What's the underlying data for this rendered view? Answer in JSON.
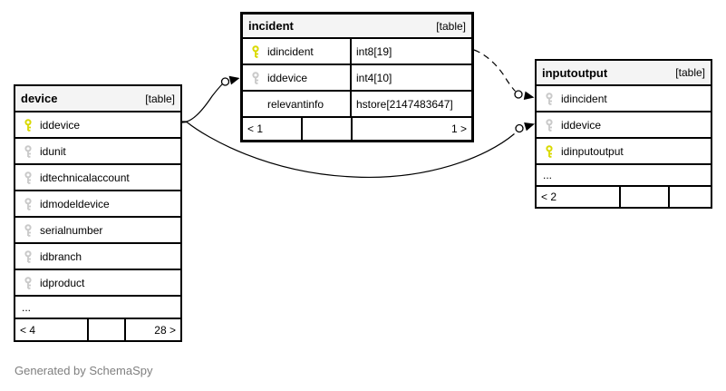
{
  "page": {
    "footer_note": "Generated by SchemaSpy"
  },
  "colors": {
    "pk_key": "#d9d900",
    "fk_key": "#c9c9c9",
    "header_bg": "#f4f4f4",
    "border": "#000000",
    "note_text": "#7f7f7f"
  },
  "tables": {
    "device": {
      "name": "device",
      "badge": "[table]",
      "columns": [
        {
          "name": "iddevice",
          "key": "pk"
        },
        {
          "name": "idunit",
          "key": "fk"
        },
        {
          "name": "idtechnicalaccount",
          "key": "fk"
        },
        {
          "name": "idmodeldevice",
          "key": "fk"
        },
        {
          "name": "serialnumber",
          "key": "fk"
        },
        {
          "name": "idbranch",
          "key": "fk"
        },
        {
          "name": "idproduct",
          "key": "fk"
        }
      ],
      "ellipsis": "...",
      "footer": {
        "left": "< 4",
        "middle": "",
        "right": "28 >"
      }
    },
    "incident": {
      "name": "incident",
      "badge": "[table]",
      "columns": [
        {
          "name": "idincident",
          "type": "int8[19]",
          "key": "pk"
        },
        {
          "name": "iddevice",
          "type": "int4[10]",
          "key": "fk"
        },
        {
          "name": "relevantinfo",
          "type": "hstore[2147483647]",
          "key": "none"
        }
      ],
      "footer": {
        "left": "< 1",
        "middle": "",
        "right": "1 >"
      }
    },
    "inputoutput": {
      "name": "inputoutput",
      "badge": "[table]",
      "columns": [
        {
          "name": "idincident",
          "key": "fk"
        },
        {
          "name": "iddevice",
          "key": "fk"
        },
        {
          "name": "idinputoutput",
          "key": "pk"
        }
      ],
      "ellipsis": "...",
      "footer": {
        "left": "< 2",
        "middle": "",
        "right": ""
      }
    }
  },
  "relationships": [
    {
      "from": "device.iddevice",
      "to": "incident.iddevice",
      "style": "solid"
    },
    {
      "from": "device.iddevice",
      "to": "inputoutput.iddevice",
      "style": "solid"
    },
    {
      "from": "incident.idincident",
      "to": "inputoutput.idincident",
      "style": "dashed"
    }
  ]
}
